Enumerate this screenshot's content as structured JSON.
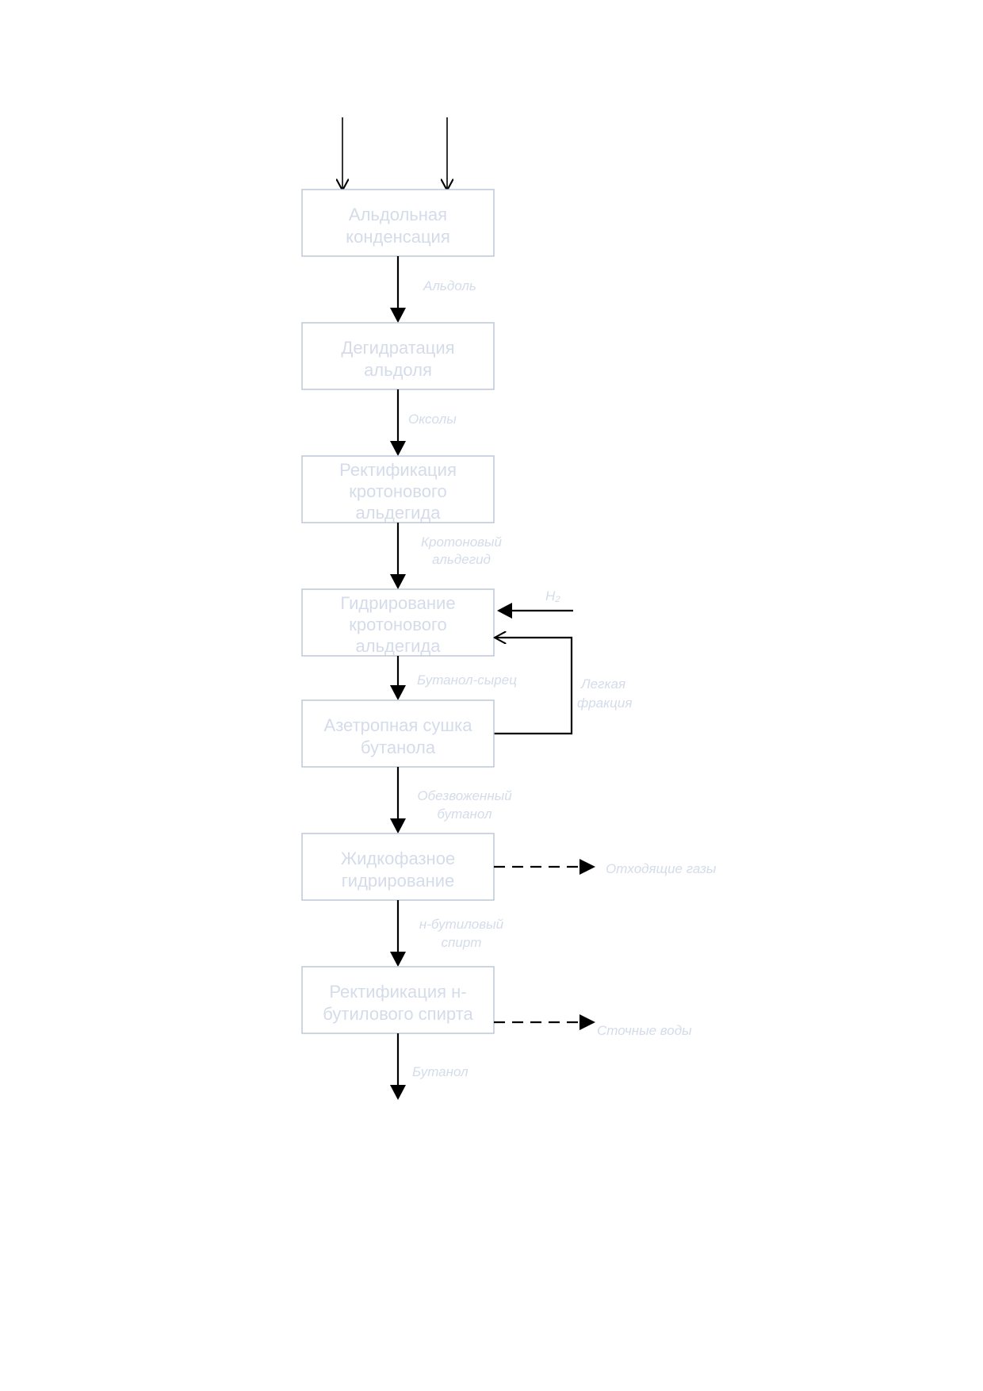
{
  "diagram": {
    "boxes": [
      {
        "lines": [
          "Альдольная",
          "конденсация"
        ]
      },
      {
        "lines": [
          "Дегидратация",
          "альдоля"
        ]
      },
      {
        "lines": [
          "Ректификация",
          "кротонового",
          "альдегида"
        ]
      },
      {
        "lines": [
          "Гидрирование",
          "кротонового",
          "альдегида"
        ]
      },
      {
        "lines": [
          "Азетропная сушка",
          "бутанола"
        ]
      },
      {
        "lines": [
          "Жидкофазное",
          "гидрирование"
        ]
      },
      {
        "lines": [
          "Ректификация н-",
          "бутилового спирта"
        ]
      }
    ],
    "flow_labels": {
      "aldol": "Альдоль",
      "oksoly": "Оксолы",
      "croton_1": "Кротоновый",
      "croton_2": "альдегид",
      "h2": "H₂",
      "butanol_raw": "Бутанол-сырец",
      "light_1": "Легкая",
      "light_2": "фракция",
      "dewatered_1": "Обезвоженный",
      "dewatered_2": "бутанол",
      "off_gases": "Отходящие газы",
      "nbutyl_1": "н-бутиловый",
      "nbutyl_2": "спирт",
      "waste_water": "Сточные воды",
      "butanol": "Бутанол"
    }
  }
}
